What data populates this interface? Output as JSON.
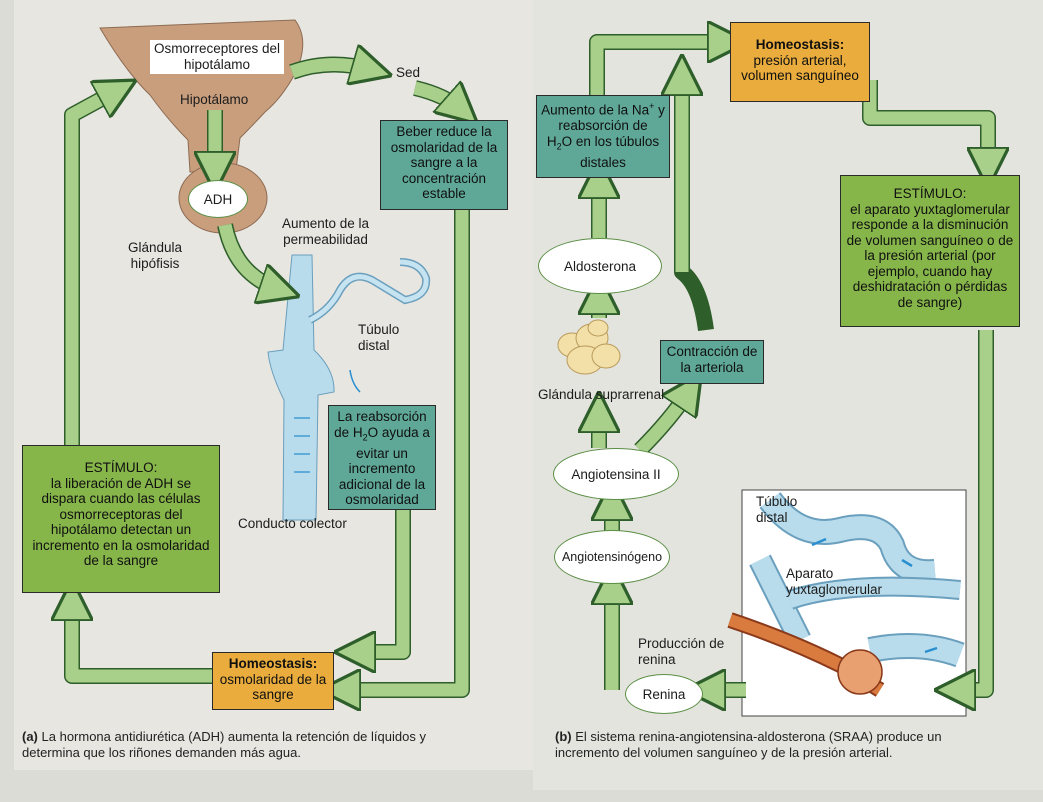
{
  "panel_a": {
    "osmoreceptors": "Osmorreceptores del hipotálamo",
    "hypothalamus": "Hipotálamo",
    "adh": "ADH",
    "pituitary": "Glándula hipófisis",
    "thirst": "Sed",
    "drink_box": "Beber reduce la osmolaridad de la sangre a la concentración estable",
    "permeability": "Aumento de la permeabilidad",
    "tubule": "Túbulo distal",
    "reabsorption_pre": "La reabsorción de H",
    "reabsorption_sub": "2",
    "reabsorption_post": "O ayuda a evitar un incremento adicional de la osmolaridad",
    "collector": "Conducto colector",
    "stimulus_head": "ESTÍMULO:",
    "stimulus_body": "la liberación de ADH se dispara cuando las células osmorreceptoras del hipotálamo detectan un incremento en la osmolaridad de la sangre",
    "homeostasis_head": "Homeostasis:",
    "homeostasis_body": "osmolaridad de la sangre",
    "caption_tag": "(a)",
    "caption": "La hormona antidiurética (ADH) aumenta la retención de líquidos y determina que los riñones demanden más agua."
  },
  "panel_b": {
    "homeostasis_head": "Homeostasis:",
    "homeostasis_body": "presión arterial, volumen sanguíneo",
    "na_line1": "Aumento de la Na",
    "na_sup": "+",
    "na_line2": "y reabsorción de",
    "na_h": "H",
    "na_sub": "2",
    "na_line3": "O en los túbulos distales",
    "aldosterone": "Aldosterona",
    "adrenal": "Glándula suprarrenal",
    "contraction": "Contracción de la arteriola",
    "angiotensin2": "Angiotensina II",
    "angiotensinogen": "Angiotensinógeno",
    "renin_prod": "Producción de renina",
    "renin": "Renina",
    "stimulus_head": "ESTÍMULO:",
    "stimulus_body": "el aparato yuxtaglomerular responde a la disminución de volumen sanguíneo o de la presión arterial (por ejemplo, cuando hay deshidratación o pérdidas de sangre)",
    "inset_tubule": "Túbulo distal",
    "inset_apparatus": "Aparato yuxtaglomerular",
    "caption_tag": "(b)",
    "caption": "El sistema renina-angiotensina-aldosterona (SRAA) produce un incremento del volumen sanguíneo y de la presión arterial."
  },
  "colors": {
    "arrow_fill": "#a8d08a",
    "arrow_stroke": "#2e5e2a",
    "teal": "#5fa898",
    "green": "#86b54a",
    "orange": "#e9ac3d",
    "duct": "#b9dcec"
  }
}
